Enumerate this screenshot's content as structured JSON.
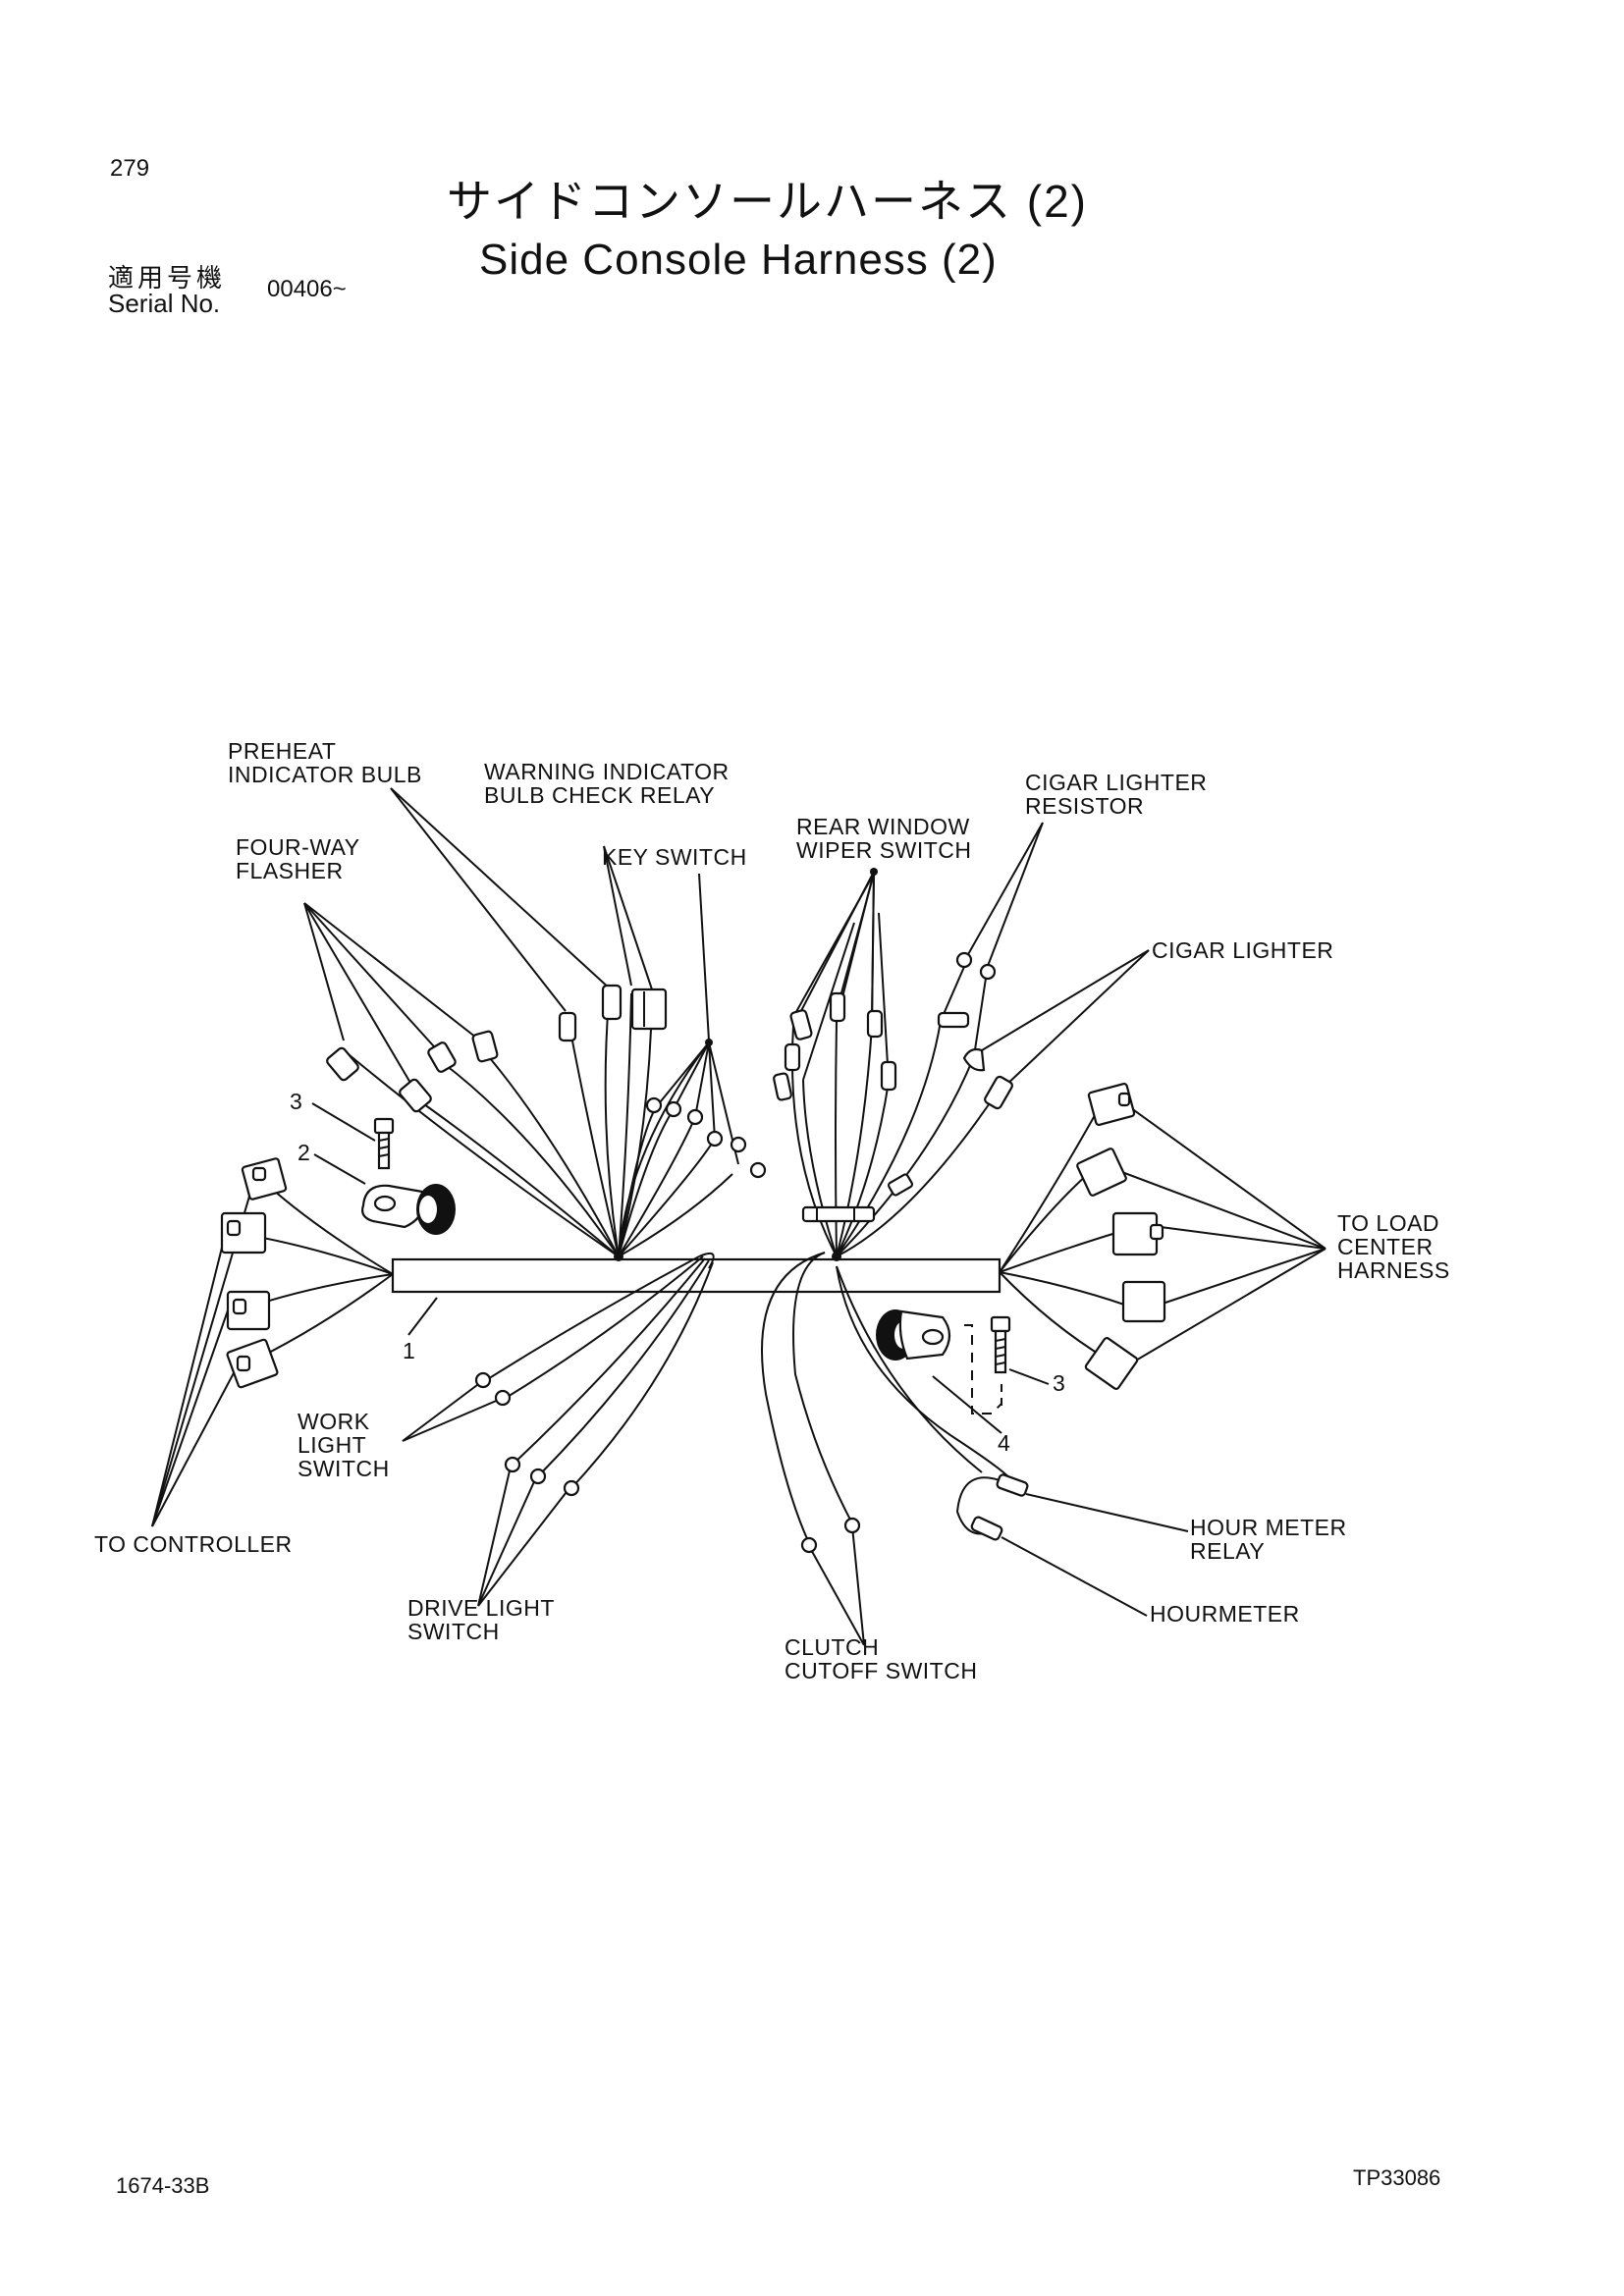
{
  "page_number": "279",
  "title_jp": "サイドコンソールハーネス (2)",
  "title_en": "Side Console Harness (2)",
  "serial": {
    "label_jp": "適用号機",
    "label_en": "Serial No.",
    "value": "00406~"
  },
  "footer": {
    "left": "1674-33B",
    "right": "TP33086"
  },
  "labels": {
    "preheat": [
      "PREHEAT",
      "INDICATOR BULB"
    ],
    "warning": [
      "WARNING INDICATOR",
      "BULB CHECK RELAY"
    ],
    "four_way": [
      "FOUR-WAY",
      "FLASHER"
    ],
    "key_switch": [
      "KEY SWITCH"
    ],
    "rear_window": [
      "REAR WINDOW",
      "WIPER SWITCH"
    ],
    "cigar_resistor": [
      "CIGAR LIGHTER",
      "RESISTOR"
    ],
    "cigar_lighter": [
      "CIGAR LIGHTER"
    ],
    "load_center": [
      "TO LOAD",
      "CENTER",
      "HARNESS"
    ],
    "controller": [
      "TO CONTROLLER"
    ],
    "work_light": [
      "WORK",
      "LIGHT",
      "SWITCH"
    ],
    "drive_light": [
      "DRIVE LIGHT",
      "SWITCH"
    ],
    "clutch": [
      "CLUTCH",
      "CUTOFF SWITCH"
    ],
    "hour_meter_relay": [
      "HOUR METER",
      "RELAY"
    ],
    "hourmeter": [
      "HOURMETER"
    ]
  },
  "callouts": {
    "c1": "1",
    "c2": "2",
    "c3a": "3",
    "c3b": "3",
    "c4": "4"
  }
}
